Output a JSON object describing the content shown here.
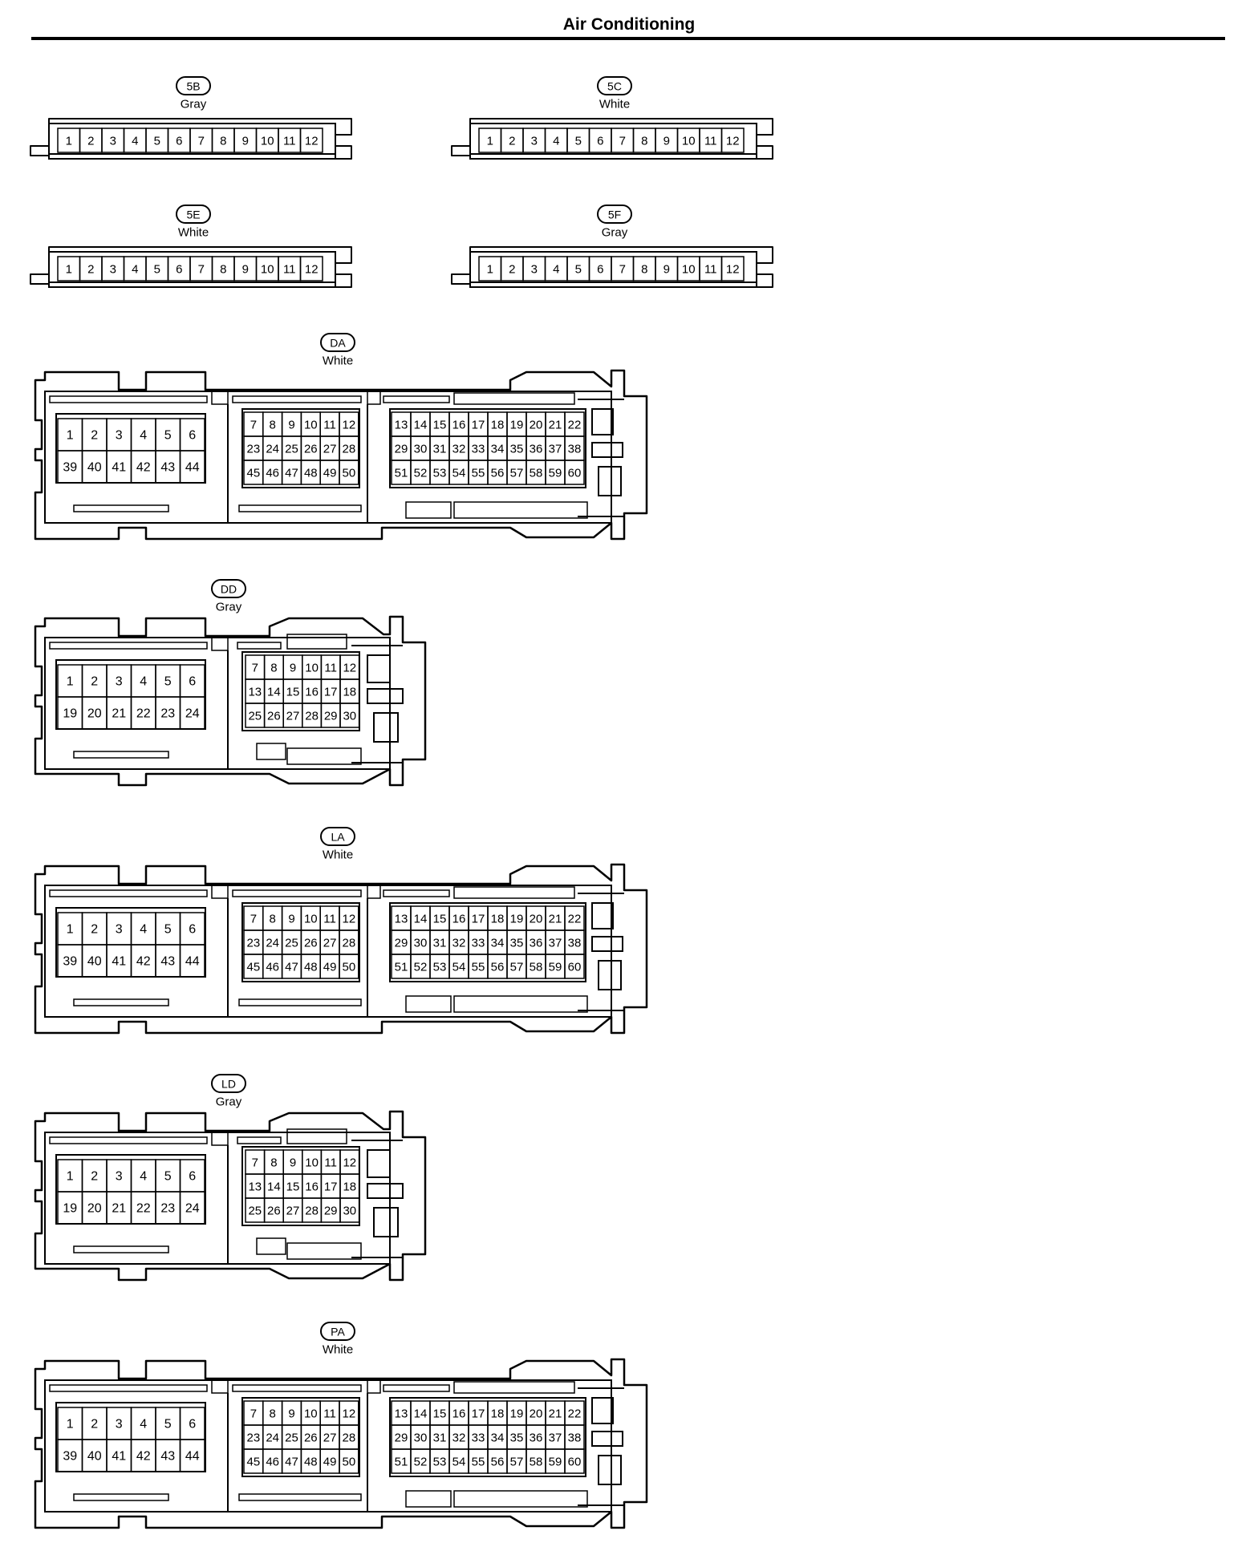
{
  "page": {
    "title": "Air Conditioning"
  },
  "connectors": {
    "c5B": {
      "code": "5B",
      "color": "Gray",
      "pins": [
        "1",
        "2",
        "3",
        "4",
        "5",
        "6",
        "7",
        "8",
        "9",
        "10",
        "11",
        "12"
      ]
    },
    "c5C": {
      "code": "5C",
      "color": "White",
      "pins": [
        "1",
        "2",
        "3",
        "4",
        "5",
        "6",
        "7",
        "8",
        "9",
        "10",
        "11",
        "12"
      ]
    },
    "c5E": {
      "code": "5E",
      "color": "White",
      "pins": [
        "1",
        "2",
        "3",
        "4",
        "5",
        "6",
        "7",
        "8",
        "9",
        "10",
        "11",
        "12"
      ]
    },
    "c5F": {
      "code": "5F",
      "color": "Gray",
      "pins": [
        "1",
        "2",
        "3",
        "4",
        "5",
        "6",
        "7",
        "8",
        "9",
        "10",
        "11",
        "12"
      ]
    },
    "DA": {
      "code": "DA",
      "color": "White",
      "left_rows": [
        [
          "1",
          "2",
          "3",
          "4",
          "5",
          "6"
        ],
        [
          "39",
          "40",
          "41",
          "42",
          "43",
          "44"
        ]
      ],
      "middle_rows": [
        [
          "7",
          "8",
          "9",
          "10",
          "11",
          "12"
        ],
        [
          "23",
          "24",
          "25",
          "26",
          "27",
          "28"
        ],
        [
          "45",
          "46",
          "47",
          "48",
          "49",
          "50"
        ]
      ],
      "right_rows": [
        [
          "13",
          "14",
          "15",
          "16",
          "17",
          "18",
          "19",
          "20",
          "21",
          "22"
        ],
        [
          "29",
          "30",
          "31",
          "32",
          "33",
          "34",
          "35",
          "36",
          "37",
          "38"
        ],
        [
          "51",
          "52",
          "53",
          "54",
          "55",
          "56",
          "57",
          "58",
          "59",
          "60"
        ]
      ]
    },
    "DD": {
      "code": "DD",
      "color": "Gray",
      "left_rows": [
        [
          "1",
          "2",
          "3",
          "4",
          "5",
          "6"
        ],
        [
          "19",
          "20",
          "21",
          "22",
          "23",
          "24"
        ]
      ],
      "right_rows": [
        [
          "7",
          "8",
          "9",
          "10",
          "11",
          "12"
        ],
        [
          "13",
          "14",
          "15",
          "16",
          "17",
          "18"
        ],
        [
          "25",
          "26",
          "27",
          "28",
          "29",
          "30"
        ]
      ]
    },
    "LA": {
      "code": "LA",
      "color": "White",
      "left_rows": [
        [
          "1",
          "2",
          "3",
          "4",
          "5",
          "6"
        ],
        [
          "39",
          "40",
          "41",
          "42",
          "43",
          "44"
        ]
      ],
      "middle_rows": [
        [
          "7",
          "8",
          "9",
          "10",
          "11",
          "12"
        ],
        [
          "23",
          "24",
          "25",
          "26",
          "27",
          "28"
        ],
        [
          "45",
          "46",
          "47",
          "48",
          "49",
          "50"
        ]
      ],
      "right_rows": [
        [
          "13",
          "14",
          "15",
          "16",
          "17",
          "18",
          "19",
          "20",
          "21",
          "22"
        ],
        [
          "29",
          "30",
          "31",
          "32",
          "33",
          "34",
          "35",
          "36",
          "37",
          "38"
        ],
        [
          "51",
          "52",
          "53",
          "54",
          "55",
          "56",
          "57",
          "58",
          "59",
          "60"
        ]
      ]
    },
    "LD": {
      "code": "LD",
      "color": "Gray",
      "left_rows": [
        [
          "1",
          "2",
          "3",
          "4",
          "5",
          "6"
        ],
        [
          "19",
          "20",
          "21",
          "22",
          "23",
          "24"
        ]
      ],
      "right_rows": [
        [
          "7",
          "8",
          "9",
          "10",
          "11",
          "12"
        ],
        [
          "13",
          "14",
          "15",
          "16",
          "17",
          "18"
        ],
        [
          "25",
          "26",
          "27",
          "28",
          "29",
          "30"
        ]
      ]
    },
    "PA": {
      "code": "PA",
      "color": "White",
      "left_rows": [
        [
          "1",
          "2",
          "3",
          "4",
          "5",
          "6"
        ],
        [
          "39",
          "40",
          "41",
          "42",
          "43",
          "44"
        ]
      ],
      "middle_rows": [
        [
          "7",
          "8",
          "9",
          "10",
          "11",
          "12"
        ],
        [
          "23",
          "24",
          "25",
          "26",
          "27",
          "28"
        ],
        [
          "45",
          "46",
          "47",
          "48",
          "49",
          "50"
        ]
      ],
      "right_rows": [
        [
          "13",
          "14",
          "15",
          "16",
          "17",
          "18",
          "19",
          "20",
          "21",
          "22"
        ],
        [
          "29",
          "30",
          "31",
          "32",
          "33",
          "34",
          "35",
          "36",
          "37",
          "38"
        ],
        [
          "51",
          "52",
          "53",
          "54",
          "55",
          "56",
          "57",
          "58",
          "59",
          "60"
        ]
      ]
    }
  }
}
